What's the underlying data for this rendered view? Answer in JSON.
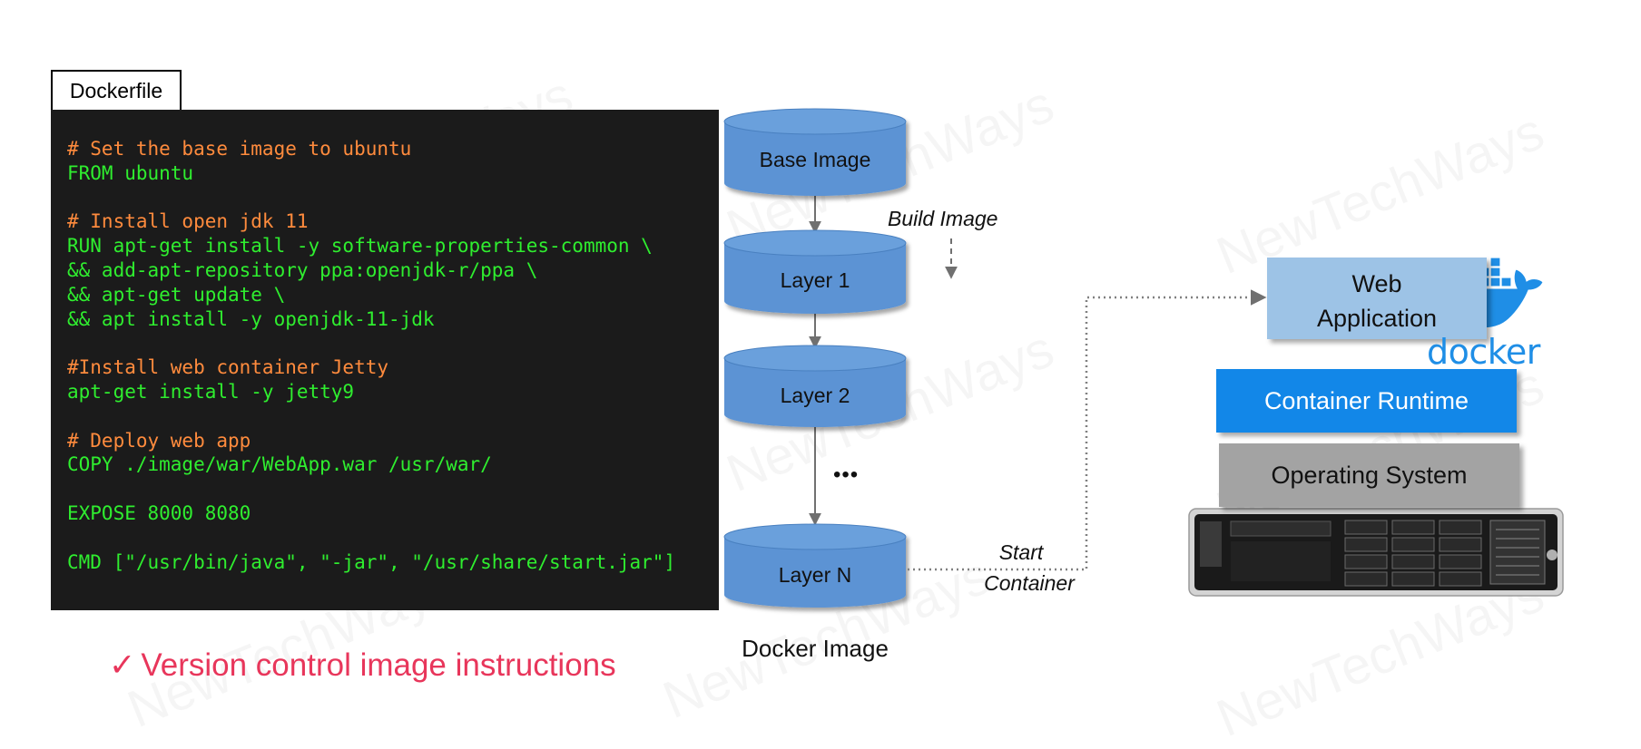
{
  "watermark": "NewTechWays",
  "dockerfile": {
    "tab_label": "Dockerfile",
    "lines": [
      {
        "text": "# Set the base image to ubuntu",
        "kind": "comment"
      },
      {
        "text": "FROM ubuntu",
        "kind": "command"
      },
      {
        "text": "",
        "kind": "blank"
      },
      {
        "text": "# Install open jdk 11",
        "kind": "comment"
      },
      {
        "text": "RUN apt-get install -y software-properties-common \\",
        "kind": "command"
      },
      {
        "text": "&& add-apt-repository ppa:openjdk-r/ppa \\",
        "kind": "command"
      },
      {
        "text": "&& apt-get update \\",
        "kind": "command"
      },
      {
        "text": "&& apt install -y openjdk-11-jdk",
        "kind": "command"
      },
      {
        "text": "",
        "kind": "blank"
      },
      {
        "text": "#Install web container Jetty",
        "kind": "comment"
      },
      {
        "text": "apt-get install -y jetty9",
        "kind": "command"
      },
      {
        "text": "",
        "kind": "blank"
      },
      {
        "text": "# Deploy web app",
        "kind": "comment"
      },
      {
        "text": "COPY ./image/war/WebApp.war /usr/war/",
        "kind": "command"
      },
      {
        "text": "",
        "kind": "blank"
      },
      {
        "text": "EXPOSE 8000 8080",
        "kind": "command"
      },
      {
        "text": "",
        "kind": "blank"
      },
      {
        "text": "CMD [\"/usr/bin/java\", \"-jar\", \"/usr/share/start.jar\"]",
        "kind": "command"
      }
    ]
  },
  "caption": {
    "check": "✓",
    "text": "Version control image instructions"
  },
  "image_layers": {
    "layers": [
      "Base Image",
      "Layer 1",
      "Layer 2",
      "Layer N"
    ],
    "ellipsis": "•••",
    "title": "Docker Image",
    "build_label": "Build Image"
  },
  "start_label": {
    "line1": "Start",
    "line2": "Container"
  },
  "host_stack": {
    "web_app": "Web\nApplication",
    "docker_logo_text": "docker",
    "container_runtime": "Container Runtime",
    "operating_system": "Operating System"
  },
  "colors": {
    "layer_fill": "#5b93d4",
    "code_bg": "#1b1b1b",
    "code_comment": "#ff8b3d",
    "code_command": "#2fee2f",
    "caption": "#e8365b",
    "docker_blue": "#1f8ee6"
  },
  "icons": [
    "checkmark-icon",
    "docker-whale-icon",
    "server-icon"
  ]
}
